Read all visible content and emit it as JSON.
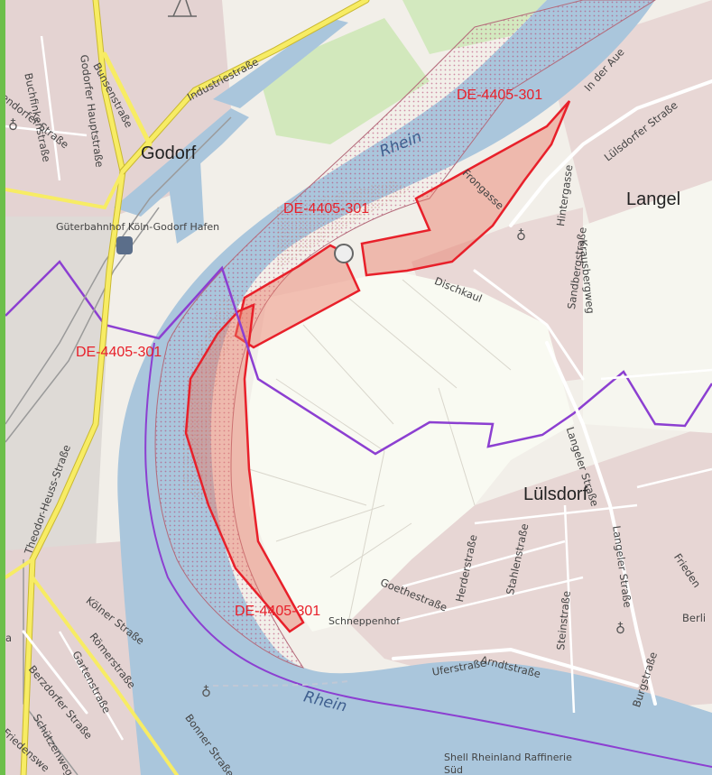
{
  "map": {
    "places": {
      "godorf": "Godorf",
      "langel": "Langel",
      "luelsdorf": "Lülsdorf"
    },
    "river": {
      "rhein_north": "Rhein",
      "rhein_south": "Rhein"
    },
    "protected_area": {
      "label_1": "DE-4405-301",
      "label_2": "DE-4405-301",
      "label_3": "DE-4405-301",
      "label_4": "DE-4405-301"
    },
    "streets": {
      "buchfinkenstrasse": "Buchfinkenstraße",
      "godorfer_hauptstrasse": "Godorfer Hauptstraße",
      "bunsenstrasse": "Bunsenstraße",
      "industriestrasse": "Industriestraße",
      "sbendorfer_strasse": "endorfer Straße",
      "theodor_heuss_strasse": "Theodor-Heuss-Straße",
      "koelner_strasse": "Kölner Straße",
      "roemerstrasse": "Römerstraße",
      "gartenstrasse": "Gartenstraße",
      "berzdorfer_strasse": "Berzdorfer Straße",
      "schuetzenweg": "Schützenweg",
      "friedenstrasse_w": "Friedenswe",
      "bonner_strasse": "Bonner Straße",
      "frongasse": "Frongasse",
      "in_der_aue": "In der Aue",
      "luelsdorfer_strasse": "Lülsdorfer Straße",
      "dischkaul": "Dischkaul",
      "hintergasse": "Hintergasse",
      "sandbergstrasse": "Sandbergstraße",
      "krausbergweg": "Krausbergweg",
      "langeler_strasse_1": "Langeler Straße",
      "langeler_strasse_2": "Langeler Straße",
      "goethestrasse": "Goethestraße",
      "herderstrasse": "Herderstraße",
      "stahlenstrasse": "Stahlenstraße",
      "steinstrasse": "Steinstraße",
      "uferstrasse": "Uferstraße",
      "arndtstrasse": "Arndtstraße",
      "burgstrasse": "Burgstraße",
      "friedenstrasse_e": "Frieden",
      "berlin": "Berli"
    },
    "pois": {
      "gueterbahnhof": "Güterbahnhof Köln-Godorf Hafen",
      "schneppenhof": "Schneppenhof",
      "shell": "Shell Rheinland Raffinerie",
      "shell_2": "Süd",
      "edge_a": "a"
    },
    "colors": {
      "water": "#aac6dc",
      "protected_area": "#e8202a",
      "boundary": "#8c3fd1",
      "residential": "#e6d7d6",
      "motorway": "#f7ec64",
      "farmland": "#f9faf2"
    },
    "icons": [
      "railway-station-icon",
      "church-icon",
      "viewpoint-icon",
      "power-pylon-icon"
    ]
  }
}
